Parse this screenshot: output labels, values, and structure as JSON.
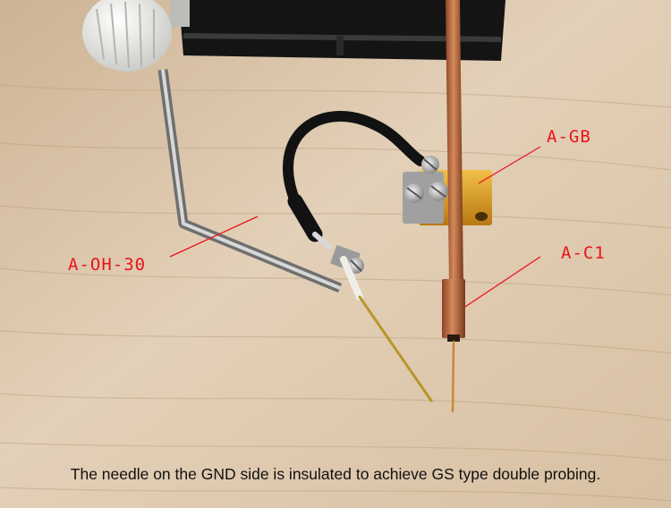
{
  "labels": {
    "holder": "A-OH-30",
    "block": "A-GB",
    "probe": "A-C1"
  },
  "caption": "The needle on the GND side is insulated to achieve GS type double probing.",
  "colors": {
    "label": "#e8141c",
    "caption": "#111111",
    "wood": "#dcc7ab",
    "copper": "#b8663a",
    "brass": "#d99a22"
  }
}
